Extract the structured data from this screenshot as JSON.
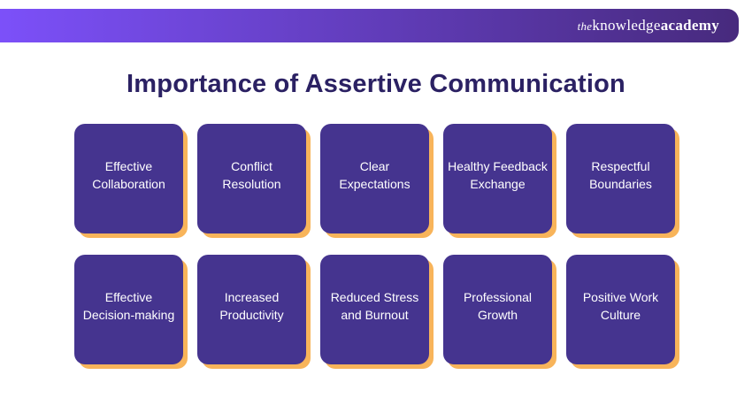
{
  "brand": {
    "logo_the": "the",
    "logo_knowledge": "knowledge",
    "logo_academy": "academy"
  },
  "header": {
    "title": "Importance of Assertive Communication"
  },
  "colors": {
    "header_gradient_start": "#7C50F9",
    "header_gradient_end": "#472A7D",
    "card_background": "#45348F",
    "card_shadow": "#F8B45A",
    "title_text": "#2B2163",
    "card_text": "#FFFFFF"
  },
  "cards": [
    {
      "label": "Effective Collaboration"
    },
    {
      "label": "Conflict Resolution"
    },
    {
      "label": "Clear Expectations"
    },
    {
      "label": "Healthy Feedback Exchange"
    },
    {
      "label": "Respectful Boundaries"
    },
    {
      "label": "Effective Decision-making"
    },
    {
      "label": "Increased Productivity"
    },
    {
      "label": "Reduced Stress and Burnout"
    },
    {
      "label": "Professional Growth"
    },
    {
      "label": "Positive Work Culture"
    }
  ]
}
